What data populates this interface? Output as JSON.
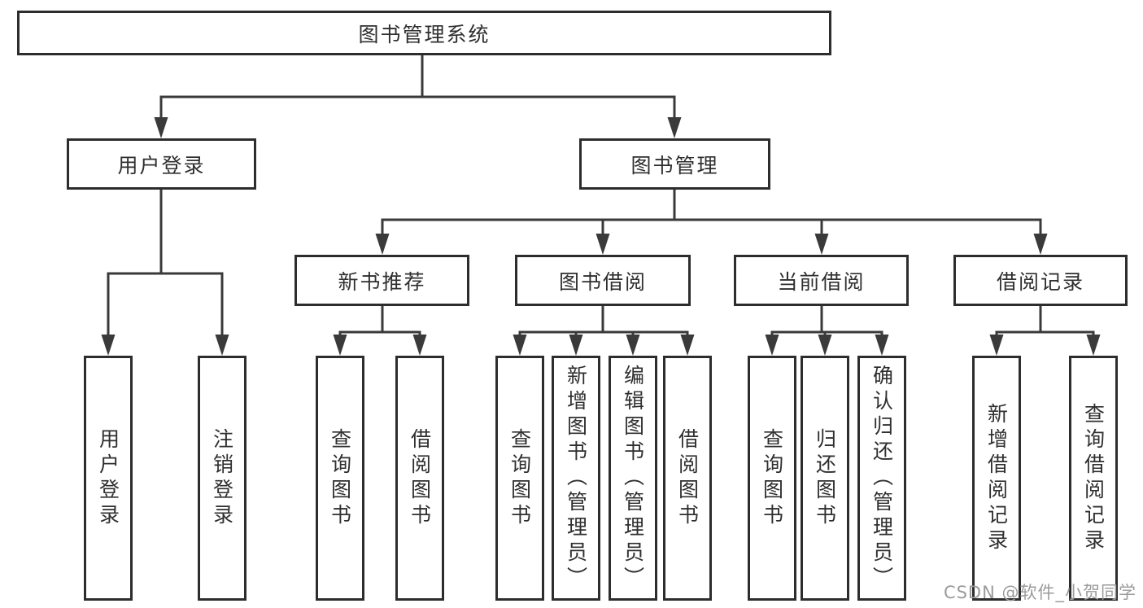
{
  "diagram": {
    "type": "hierarchy",
    "title": "图书管理系统"
  },
  "colors": {
    "background": "#ffffff",
    "line": "#3a3a3a",
    "box_border": "#2d2d2d",
    "text": "#2f2f2f",
    "watermark": "#9b9b9b"
  },
  "tree": {
    "root": {
      "label": "图书管理系统"
    },
    "children": [
      {
        "label": "用户登录",
        "children": [
          {
            "label": "用户登录"
          },
          {
            "label": "注销登录"
          }
        ]
      },
      {
        "label": "图书管理",
        "children": [
          {
            "label": "新书推荐",
            "children": [
              {
                "label": "查询图书"
              },
              {
                "label": "借阅图书"
              }
            ]
          },
          {
            "label": "图书借阅",
            "children": [
              {
                "label": "查询图书"
              },
              {
                "label": "新增图书（管理员）"
              },
              {
                "label": "编辑图书（管理员）"
              },
              {
                "label": "借阅图书"
              }
            ]
          },
          {
            "label": "当前借阅",
            "children": [
              {
                "label": "查询图书"
              },
              {
                "label": "归还图书"
              },
              {
                "label": "确认归还（管理员）"
              }
            ]
          },
          {
            "label": "借阅记录",
            "children": [
              {
                "label": "新增借阅记录"
              },
              {
                "label": "查询借阅记录"
              }
            ]
          }
        ]
      }
    ]
  },
  "watermark": {
    "text": "CSDN @软件_小贺同学"
  }
}
